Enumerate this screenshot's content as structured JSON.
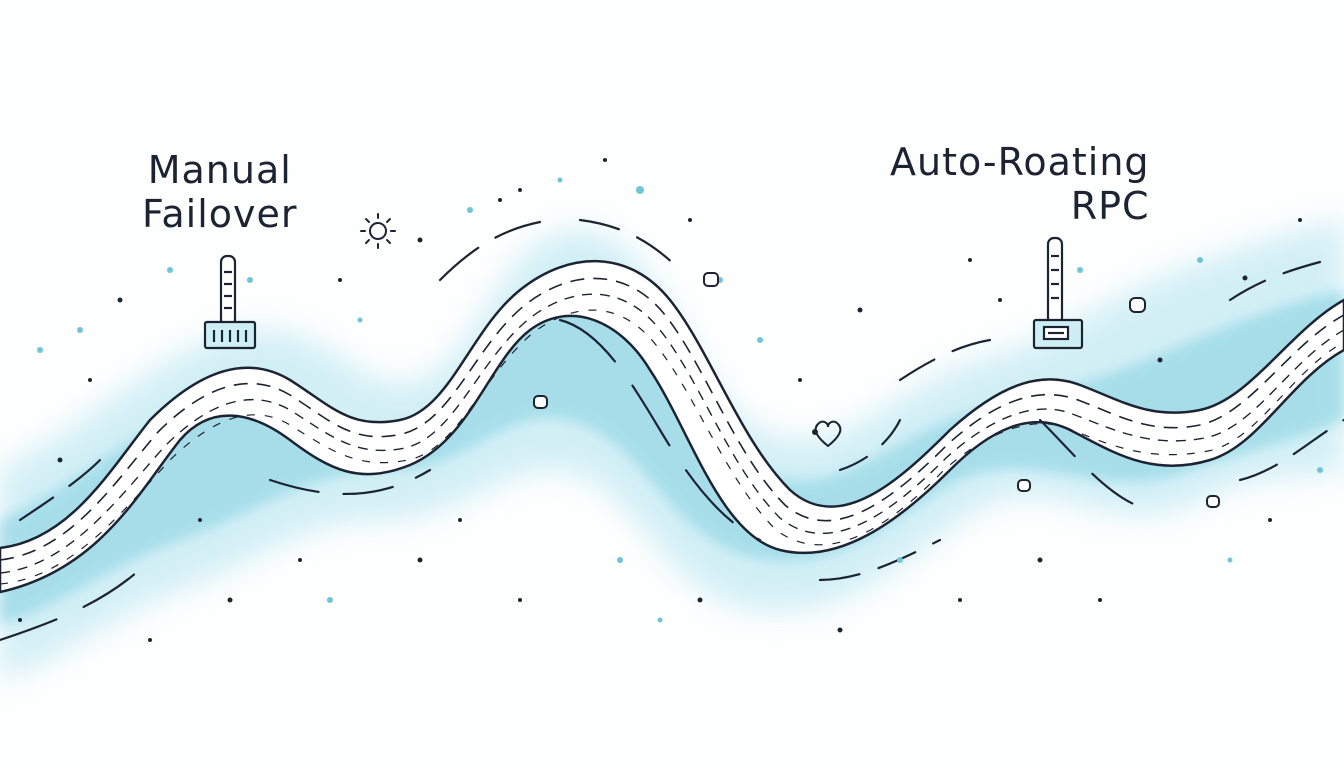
{
  "labels": {
    "left": {
      "line1": "Manual",
      "line2": "Failover"
    },
    "right": {
      "line1": "Auto-Roating",
      "line2": "RPC"
    }
  },
  "colors": {
    "ink": "#1c2333",
    "water": "#9fdbe8",
    "water_light": "#cdeef5",
    "road_fill": "#ffffff",
    "background": "#fdfefe"
  },
  "icons": {
    "left_tower": "antenna-tower-icon",
    "right_tower": "antenna-tower-icon",
    "sun": "sun-icon",
    "heart": "heart-icon"
  }
}
